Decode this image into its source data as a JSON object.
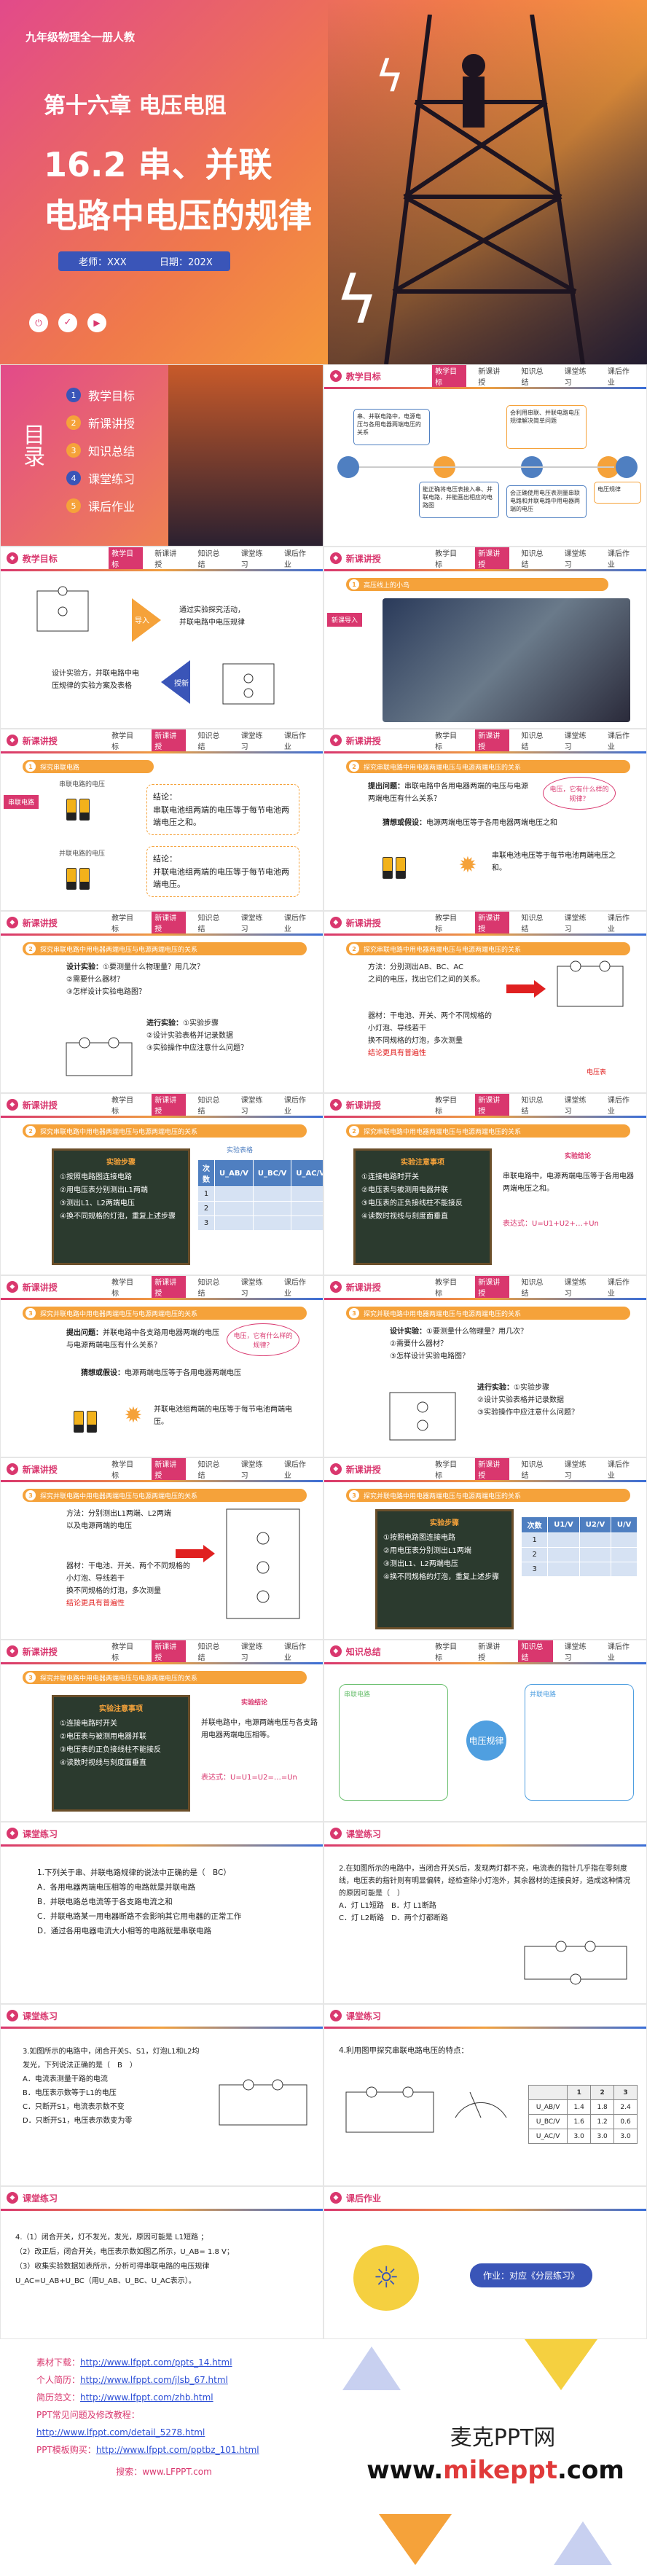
{
  "cover": {
    "badge": "九年级物理全一册人教",
    "chapter": "第十六章  电压电阻",
    "title1": "16.2 串、并联",
    "title2": "电路中电压的规律",
    "teacher": "老师：XXX",
    "date": "日期：202X"
  },
  "toc": {
    "label": "目录",
    "items": [
      "教学目标",
      "新课讲授",
      "知识总结",
      "课堂练习",
      "课后作业"
    ]
  },
  "nav": [
    "教学目标",
    "新课讲授",
    "知识总结",
    "课堂练习",
    "课后作业"
  ],
  "headers": {
    "goal": "教学目标",
    "lesson": "新课讲授",
    "summary": "知识总结",
    "practice": "课堂练习",
    "homework": "课后作业"
  },
  "goals": {
    "box1": "串、并联电路中，电源电压与各用电器两端电压的关系",
    "box2": "会利用串联、并联电路电压规律解决简单问题",
    "box3": "能正确将电压表接入串、并联电路，并能画出相应的电路图",
    "box4": "会正确使用电压表测量串联电路和并联电路中用电器两端的电压",
    "box5": "电压规律"
  },
  "slide3": {
    "tag1": "导入",
    "tag2": "授新",
    "line1": "通过实验探究活动，",
    "line2": "并联电路中电压规律",
    "line3": "设计实验方，并联电路中电",
    "line4": "压规律的实验方案及表格"
  },
  "slide4": {
    "tag": "新课导入",
    "bar": "高压线上的小鸟"
  },
  "s5": {
    "tag": "串联电路",
    "bar": "探究串联电路",
    "c1": "结论：",
    "c2": "串联电池组两端的电压等于每节电池两端电压之和。",
    "c3": "结论：",
    "c4": "并联电池组两端的电压等于每节电池两端电压。",
    "l1": "串联电路的电压",
    "l2": "并联电路的电压"
  },
  "s6": {
    "bar": "探究串联电路中用电器两端电压与电源两端电压的关系",
    "q1": "提出问题：",
    "q2": "串联电路中各用电器两端的电压与电源两端电压有什么关系？",
    "cloud": "电压，它有什么样的规律？",
    "h1": "猜想或假设：",
    "h2": "电源两端电压等于各用电器两端电压之和",
    "h3": "串联电池电压等于每节电池两端电压之和。"
  },
  "s7": {
    "bar": "探究串联电路中用电器两端电压与电源两端电压的关系",
    "t1": "设计实验：",
    "t2": "①要测量什么物理量？用几次？",
    "t3": "②需要什么器材？",
    "t4": "③怎样设计实验电路图？",
    "t5": "进行实验：",
    "t6": "①实验步骤",
    "t7": "②设计实验表格并记录数据",
    "t8": "③实验操作中应注意什么问题？"
  },
  "s8": {
    "bar": "探究串联电路中用电器两端电压与电源两端电压的关系",
    "t1": "方法：分别测出AB、BC、AC",
    "t2": "之间的电压，找出它们之间的关系。",
    "t3": "器材：干电池、开关、两个不同规格的",
    "t4": "小灯泡、导线若干",
    "t5": "换不同规格的灯泡，多次测量",
    "red": "电压表",
    "t6": "结论更具有普遍性"
  },
  "s9": {
    "bar": "探究串联电路中用电器两端电压与电源两端电压的关系",
    "h": "实验步骤",
    "steps": [
      "①按照电路图连接电路",
      "②用电压表分别测出L1两端",
      "③测出L1、L2两端电压",
      "④换不同规格的灯泡，重复上述步骤"
    ],
    "tbl_title": "实验表格",
    "cols": [
      "次数",
      "U_AB/V",
      "U_BC/V",
      "U_AC/V"
    ],
    "rows": [
      "1",
      "2",
      "3"
    ]
  },
  "s10": {
    "bar": "探究串联电路中用电器两端电压与电源两端电压的关系",
    "h": "实验注意事项",
    "steps": [
      "①连接电路时开关",
      "②电压表与被测用电器并联",
      "③电压表的正负接线柱不能接反",
      "④读数时视线与刻度面垂直"
    ],
    "tag": "实验结论",
    "c1": "串联电路中，电源两端电压等于各用电器两端电压之和。",
    "c2": "表达式：U=U1+U2+…+Un"
  },
  "s11": {
    "bar": "探究并联电路中用电器两端电压与电源两端电压的关系",
    "q1": "提出问题：",
    "q2": "并联电路中各支路用电器两端的电压与电源两端电压有什么关系？",
    "cloud": "电压，它有什么样的规律？",
    "h1": "猜想或假设：",
    "h2": "电源两端电压等于各用电器两端电压",
    "h3": "并联电池组两端的电压等于每节电池两端电压。"
  },
  "s12": {
    "bar": "探究并联电路中用电器两端电压与电源两端电压的关系",
    "t1": "设计实验：",
    "t2": "①要测量什么物理量？用几次？",
    "t3": "②需要什么器材？",
    "t4": "③怎样设计实验电路图？",
    "t5": "进行实验：",
    "t6": "①实验步骤",
    "t7": "②设计实验表格并记录数据",
    "t8": "③实验操作中应注意什么问题？"
  },
  "s13": {
    "bar": "探究并联电路中用电器两端电压与电源两端电压的关系",
    "t1": "方法：分别测出L1两端、L2两端",
    "t2": "以及电源两端的电压",
    "t3": "器材：干电池、开关、两个不同规格的",
    "t4": "小灯泡、导线若干",
    "t5": "换不同规格的灯泡，多次测量",
    "t6": "结论更具有普遍性"
  },
  "s14": {
    "bar": "探究并联电路中用电器两端电压与电源两端电压的关系",
    "h": "实验步骤",
    "steps": [
      "①按照电路图连接电路",
      "②用电压表分别测出L1两端",
      "③测出L1、L2两端电压",
      "④换不同规格的灯泡，重复上述步骤"
    ],
    "cols": [
      "次数",
      "U1/V",
      "U2/V",
      "U/V"
    ],
    "rows": [
      "1",
      "2",
      "3"
    ]
  },
  "s15": {
    "bar": "探究并联电路中用电器两端电压与电源两端电压的关系",
    "h": "实验注意事项",
    "steps": [
      "①连接电路时开关",
      "②电压表与被测用电器并联",
      "③电压表的正负接线柱不能接反",
      "④读数时视线与刻度面垂直"
    ],
    "tag": "实验结论",
    "c1": "并联电路中，电源两端电压与各支路用电器两端电压相等。",
    "c2": "表达式：U=U1=U2=…=Un"
  },
  "s16": {
    "center": "电压规律",
    "left": "串联电路",
    "right": "并联电路"
  },
  "q1": {
    "title": "1.下列关于串、并联电路规律的说法中正确的是（　BC）",
    "a": "A．各用电器两端电压相等的电路就是并联电路",
    "b": "B．并联电路总电流等于各支路电流之和",
    "c": "C．并联电路某一用电器断路不会影响其它用电器的正常工作",
    "d": "D．通过各用电器电流大小相等的电路就是串联电路"
  },
  "q2": {
    "title": "2.在如图所示的电路中，当闭合开关S后，发现两灯都不亮，电流表的指针几乎指在零刻度线，电压表的指针则有明显偏转，经检查除小灯泡外，其余器材的连接良好，造成这种情况的原因可能是（　）",
    "a": "A．灯 L1短路　B．灯 L1断路",
    "b": "C．灯 L2断路　D．两个灯都断路"
  },
  "q3": {
    "title": "3.如图所示的电路中，闭合开关S、S1，灯泡L1和L2均发光，下列说法正确的是（　B　）",
    "a": "A．电流表测量干路的电流",
    "b": "B．电压表示数等于L1的电压",
    "c": "C．只断开S1，电流表示数不变",
    "d": "D．只断开S1，电压表示数变为零"
  },
  "q4": {
    "title": "4.利用图甲探究串联电路电压的特点：",
    "cols": [
      "",
      "1",
      "2",
      "3"
    ],
    "rows": [
      [
        "U_AB/V",
        "1.4",
        "1.8",
        "2.4"
      ],
      [
        "U_BC/V",
        "1.6",
        "1.2",
        "0.6"
      ],
      [
        "U_AC/V",
        "3.0",
        "3.0",
        "3.0"
      ]
    ]
  },
  "q5": {
    "l1": "4.（1）闭合开关，灯不发光，发光，原因可能是 L1短路 ；",
    "l2": "（2）改正后，闭合开关，电压表示数如图乙所示，U_AB= 1.8 V；",
    "l3": "（3）收集实验数据如表所示，分析可得串联电路的电压规律",
    "l4": "U_AC=U_AB+U_BC（用U_AB、U_BC、U_AC表示）。"
  },
  "hw": {
    "text": "作业：对应《分层练习》"
  },
  "footer": {
    "links": [
      {
        "k": "素材下载：",
        "v": "http://www.lfppt.com/ppts_14.html"
      },
      {
        "k": "个人简历：",
        "v": "http://www.lfppt.com/jlsb_67.html"
      },
      {
        "k": "简历范文：",
        "v": "http://www.lfppt.com/zhb.html"
      },
      {
        "k": "PPT常见问题及修改教程：",
        "v": "http://www.lfppt.com/detail_5278.html"
      },
      {
        "k": "PPT模板购买：",
        "v": "http://www.lfppt.com/pptbz_101.html"
      }
    ],
    "search": "搜索：www.LFPPT.com",
    "brandcn": "麦克PPT网",
    "brandurl_a": "www.",
    "brandurl_b": "mikeppt",
    "brandurl_c": ".com"
  }
}
